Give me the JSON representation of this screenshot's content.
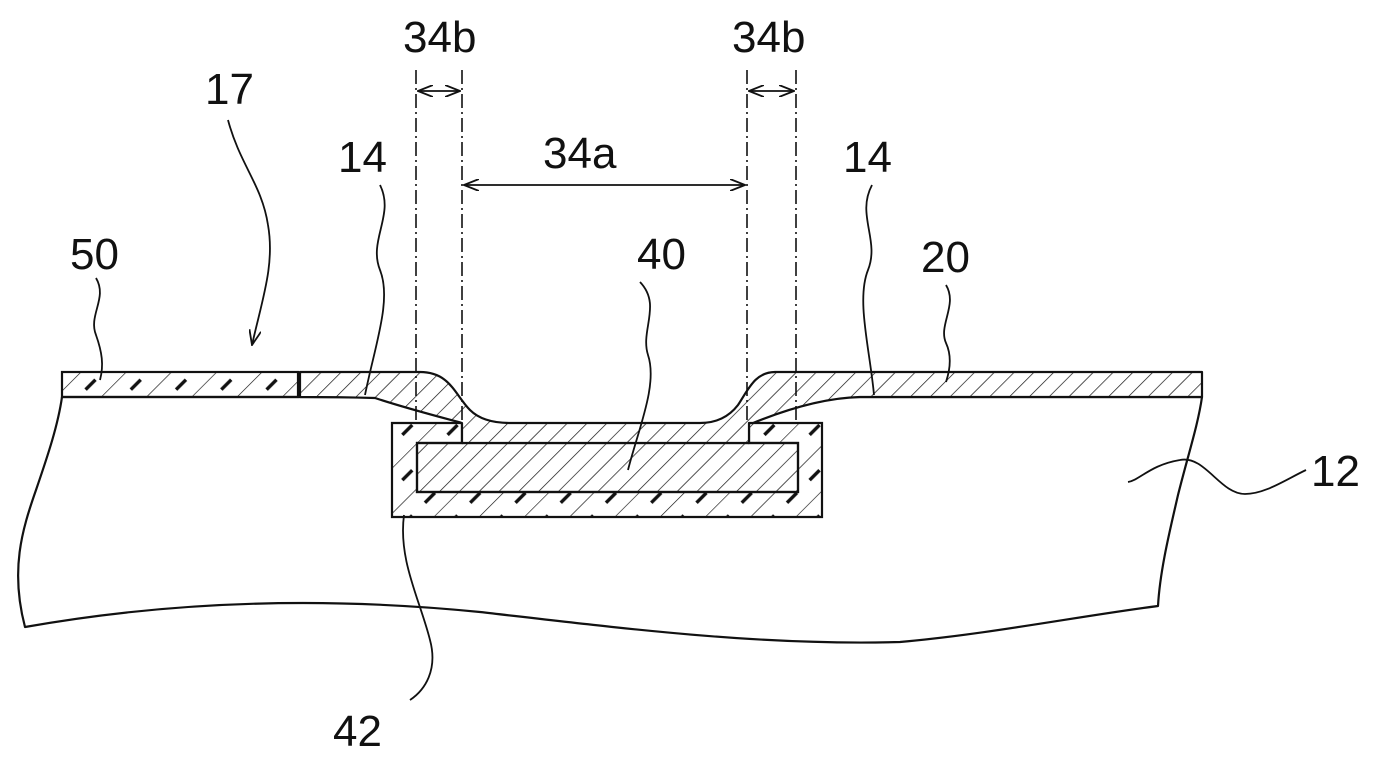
{
  "figure": {
    "labels": {
      "l17": "17",
      "l14_left": "14",
      "l14_right": "14",
      "l34b_left": "34b",
      "l34b_right": "34b",
      "l34a": "34a",
      "l50": "50",
      "l40": "40",
      "l20": "20",
      "l12": "12",
      "l42": "42"
    }
  }
}
